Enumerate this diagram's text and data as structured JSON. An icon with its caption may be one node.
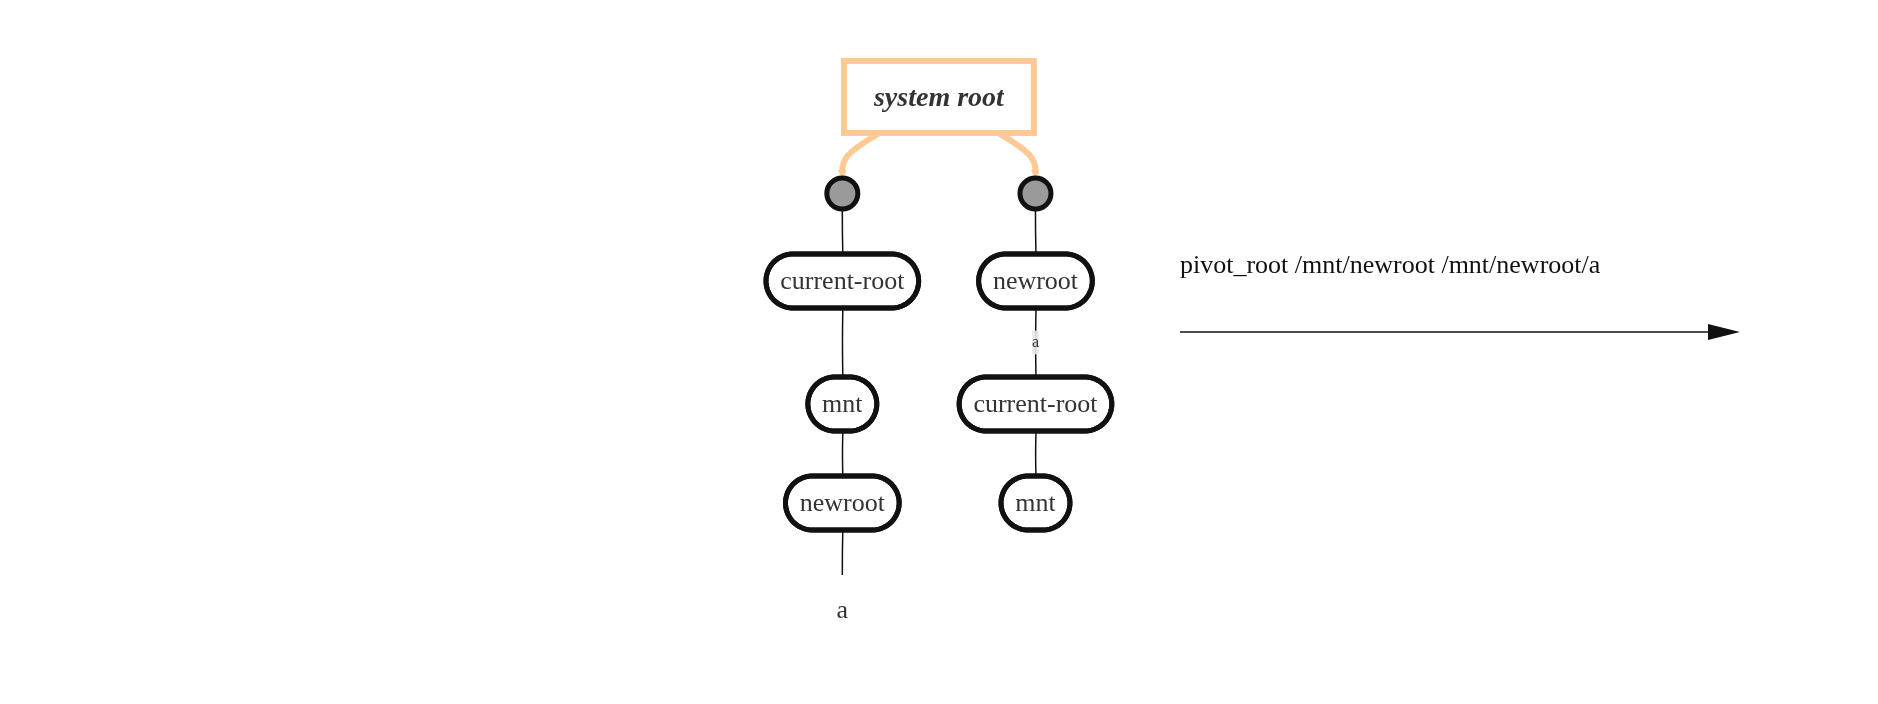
{
  "diagram": {
    "nodes": [
      {
        "text": [],
        "shape": "circle"
      },
      {
        "text": [
          "current-root"
        ]
      },
      {
        "text": [
          "mnt"
        ]
      },
      {
        "text": [
          "newroot"
        ]
      },
      {
        "text": [
          "a"
        ]
      },
      {
        "text": [
          "system root"
        ]
      },
      {
        "text": [],
        "shape": "circle"
      },
      {
        "text": [
          "newroot"
        ]
      },
      {
        "text": [
          "current-root"
        ]
      },
      {
        "text": [
          "mnt"
        ]
      }
    ],
    "edges": [
      {
        "from": 0,
        "to": 1,
        "arrow": "none"
      },
      {
        "from": 1,
        "to": 2,
        "arrow": "none"
      },
      {
        "from": 2,
        "to": 3,
        "arrow": "none"
      },
      {
        "from": 3,
        "to": 4,
        "arrow": "none"
      },
      {
        "from": 5,
        "to": 0,
        "arrow": "to",
        "style": "thick",
        "color": "#ffc993"
      },
      {
        "from": 5,
        "to": 6,
        "arrow": "to",
        "style": "thick",
        "color": "#ffc993"
      },
      {
        "from": 6,
        "to": 7,
        "arrow": "none"
      },
      {
        "from": 7,
        "to": 8,
        "arrow": "none",
        "label": "a"
      },
      {
        "from": 8,
        "to": 9,
        "arrow": "none"
      }
    ],
    "labels": [
      "pivot_root /mnt/newroot /mnt/newroot/a"
    ]
  }
}
